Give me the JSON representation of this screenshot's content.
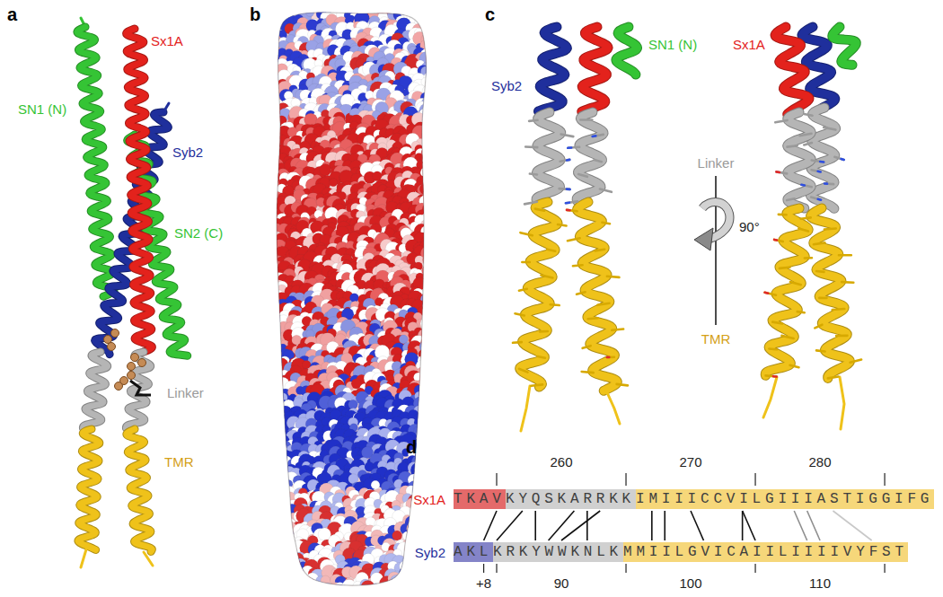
{
  "diagram": {
    "nodes": [
      {
        "text": [
          "TKAV"
        ]
      },
      {
        "text": [
          "KYQSKARRKK"
        ]
      },
      {
        "text": [
          "IMIIICCVILGIIIASTIGGIFG"
        ]
      },
      {
        "text": [
          "AKL"
        ]
      },
      {
        "text": [
          "KRKYWWKNLK"
        ]
      },
      {
        "text": [
          "MMIILGVICAIILIIIIVYFST"
        ]
      }
    ],
    "labels": [
      "a",
      "b",
      "c",
      "d",
      "SN1 (N)",
      "Sx1A",
      "Syb2",
      "SN2 (C)",
      "Linker",
      "TMR",
      "Syb2",
      "SN1 (N)",
      "Sx1A",
      "Linker",
      "90°",
      "TMR",
      "260",
      "270",
      "280",
      "Sx1A",
      "Syb2",
      "+8",
      "90",
      "100",
      "110"
    ]
  }
}
